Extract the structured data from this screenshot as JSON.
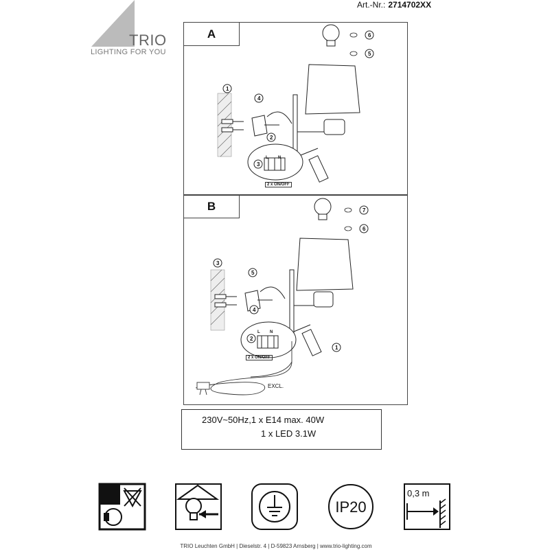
{
  "header": {
    "art_label": "Art.-Nr.:",
    "art_number": "2714702XX",
    "brand": "TRIO",
    "tagline": "LIGHTING FOR YOU"
  },
  "panel_a": {
    "label": "A",
    "steps": [
      "1",
      "2",
      "3",
      "4",
      "5",
      "6"
    ],
    "wiring_labels": [
      "L",
      "N"
    ],
    "switch_note": "2 x ON/OFF"
  },
  "panel_b": {
    "label": "B",
    "steps": [
      "1",
      "2",
      "3",
      "4",
      "5",
      "6",
      "7"
    ],
    "wiring_labels": [
      "L",
      "N"
    ],
    "switch_note": "2 x ON/OFF",
    "cable_note": "EXCL."
  },
  "spec": {
    "line1": "230V~50Hz,1 x E14  max. 40W",
    "line2": "1 x  LED  3.1W"
  },
  "icons": [
    {
      "name": "no-halogen-icon"
    },
    {
      "name": "bulb-replaceable-icon"
    },
    {
      "name": "protective-earth-icon"
    },
    {
      "name": "ip-rating-icon",
      "text": "IP20"
    },
    {
      "name": "min-distance-icon",
      "text": "0,3 m"
    }
  ],
  "footer": {
    "text": "TRIO  Leuchten  GmbH  |  Dieselstr. 4  |  D-59823  Arnsberg  |  www.trio-lighting.com"
  }
}
